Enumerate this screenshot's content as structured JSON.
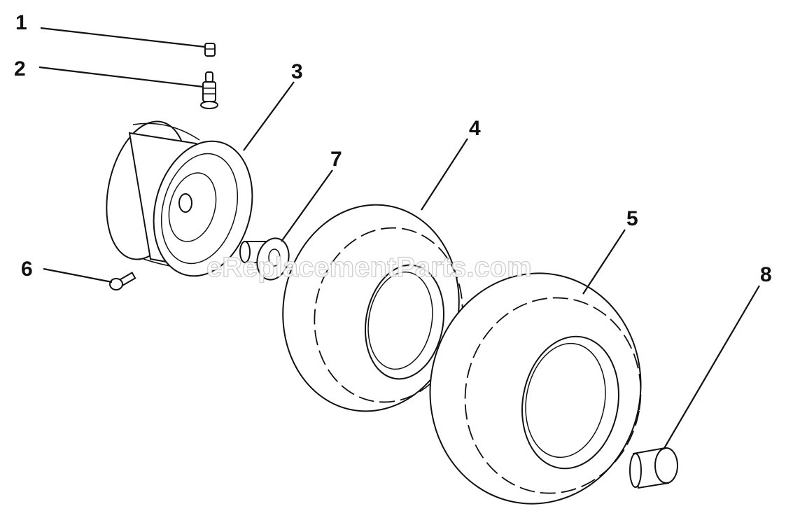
{
  "callouts": [
    "1",
    "2",
    "3",
    "4",
    "5",
    "6",
    "7",
    "8"
  ],
  "watermark": "eReplacementParts.com"
}
